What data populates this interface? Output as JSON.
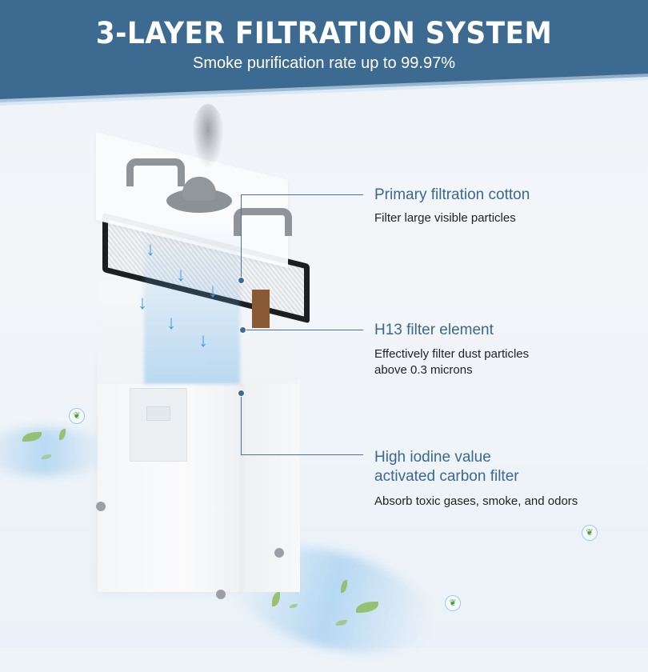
{
  "header": {
    "title": "3-LAYER FILTRATION SYSTEM",
    "subtitle": "Smoke purification rate up to 99.97%",
    "background_color": "#3d6a91"
  },
  "callouts": [
    {
      "title": "Primary filtration cotton",
      "description": "Filter large visible particles"
    },
    {
      "title": "H13 filter element",
      "description_lines": [
        "Effectively filter dust particles",
        "above 0.3 microns"
      ]
    },
    {
      "title_lines": [
        "High iodine value",
        "activated carbon filter"
      ],
      "description": "Absorb toxic gases, smoke, and odors"
    }
  ],
  "colors": {
    "accent": "#3b6790",
    "leader_line": "#4b7196",
    "body_text": "#222222",
    "airflow": "#3a9be8"
  },
  "icons": {
    "airflow_arrow": "↓",
    "eco_badge": "❦"
  }
}
